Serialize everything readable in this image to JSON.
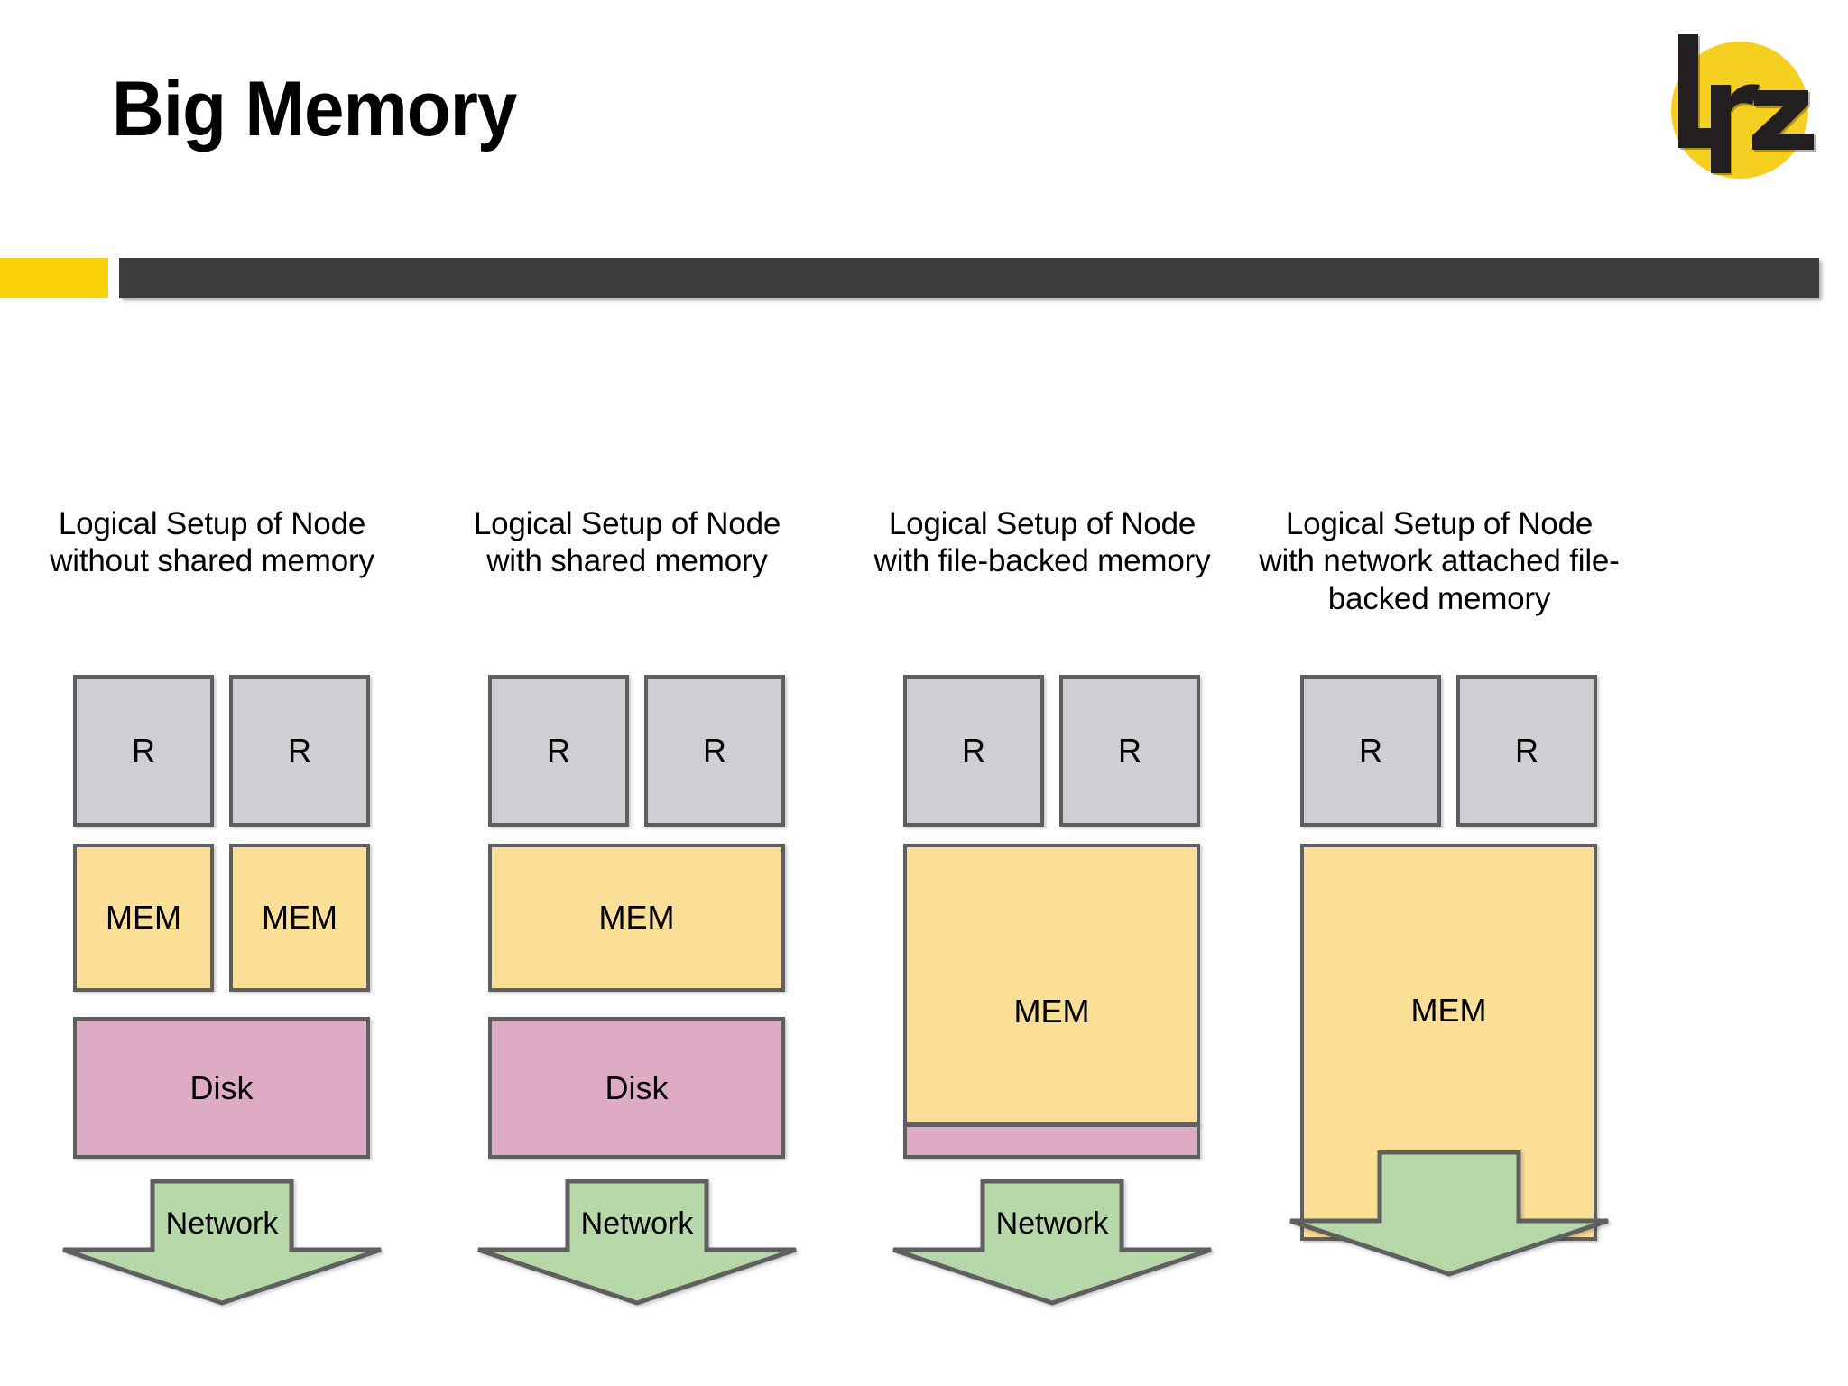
{
  "slide": {
    "title": "Big Memory",
    "logo": {
      "name": "lrz-logo",
      "text": "lrz",
      "circle_color": "#f5d020",
      "mark_color": "#231f20"
    },
    "accent_bar_color": "#fad20a",
    "rule_bar_color": "#3d3d3d"
  },
  "palette": {
    "compute_fill": "#cfced3",
    "memory_fill": "#fbdf96",
    "disk_fill": "#ddacc4",
    "network_fill": "#b6d7a8",
    "stroke": "#5f5f5f"
  },
  "columns": [
    {
      "id": "without-shared-memory",
      "caption": "Logical Setup of Node\nwithout shared memory",
      "compute": [
        {
          "label": "R"
        },
        {
          "label": "R"
        }
      ],
      "memory": [
        {
          "label": "MEM"
        },
        {
          "label": "MEM"
        }
      ],
      "disk": {
        "label": "Disk"
      },
      "network": {
        "label": "Network"
      }
    },
    {
      "id": "with-shared-memory",
      "caption": "Logical Setup of Node\nwith shared memory",
      "compute": [
        {
          "label": "R"
        },
        {
          "label": "R"
        }
      ],
      "memory": [
        {
          "label": "MEM"
        }
      ],
      "disk": {
        "label": "Disk"
      },
      "network": {
        "label": "Network"
      }
    },
    {
      "id": "with-file-backed-memory",
      "caption": "Logical Setup of Node\nwith file-backed memory",
      "compute": [
        {
          "label": "R"
        },
        {
          "label": "R"
        }
      ],
      "memory": [
        {
          "label": "MEM"
        }
      ],
      "disk": {
        "label": ""
      },
      "network": {
        "label": "Network"
      }
    },
    {
      "id": "with-network-attached-file-backed-memory",
      "caption": "Logical Setup of Node\nwith network attached file-\nbacked memory",
      "compute": [
        {
          "label": "R"
        },
        {
          "label": "R"
        }
      ],
      "memory": [
        {
          "label": "MEM"
        }
      ],
      "disk": null,
      "network": {
        "label": ""
      }
    }
  ]
}
